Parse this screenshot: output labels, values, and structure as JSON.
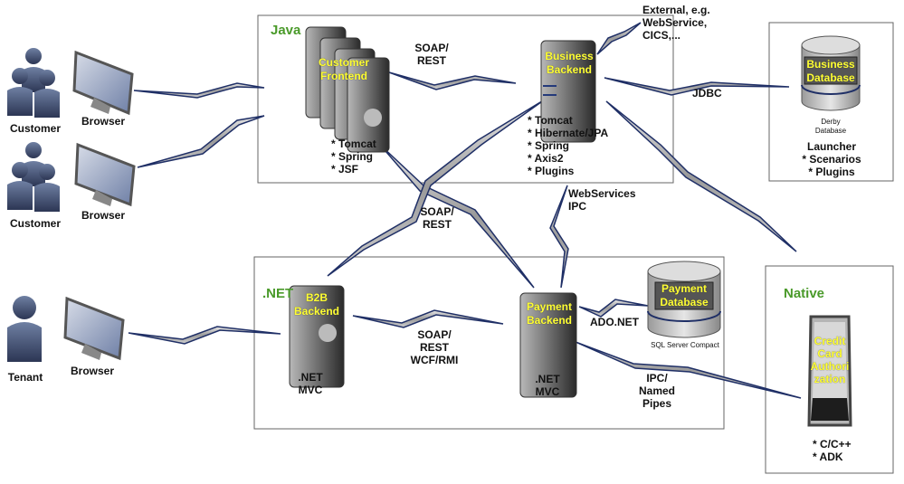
{
  "groups": {
    "java": {
      "title": "Java"
    },
    "dotnet": {
      "title": ".NET"
    },
    "native": {
      "title": "Native"
    }
  },
  "actors": [
    {
      "label": "Customer",
      "device": "Browser"
    },
    {
      "label": "Customer",
      "device": "Browser"
    },
    {
      "label": "Tenant",
      "device": "Browser"
    }
  ],
  "nodes": {
    "customer_frontend": {
      "name": "Customer\nFrontend",
      "tech": "* Tomcat\n* Spring\n* JSF"
    },
    "business_backend": {
      "name": "Business\nBackend",
      "tech": "* Tomcat\n* Hibernate/JPA\n* Spring\n* Axis2\n* Plugins"
    },
    "business_database": {
      "name": "Business\nDatabase",
      "caption": "Derby\nDatabase",
      "launcher": "Launcher\n* Scenarios\n* Plugins"
    },
    "b2b_backend": {
      "name": "B2B\nBackend",
      "tech": ".NET\nMVC"
    },
    "payment_backend": {
      "name": "Payment\nBackend",
      "tech": ".NET\nMVC"
    },
    "payment_database": {
      "name": "Payment\nDatabase",
      "caption": "SQL Server Compact"
    },
    "credit_card": {
      "name": "Credit\nCard\nAuthori\nzation",
      "tech": "* C/C++\n* ADK"
    }
  },
  "external": "External, e.g.\nWebService,\nCICS,...",
  "connections": {
    "frontend_backend": "SOAP/\nREST",
    "backend_db": "JDBC",
    "cross": "SOAP/\nREST",
    "backend_payment": "WebServices\nIPC",
    "b2b_payment": "SOAP/\nREST\nWCF/RMI",
    "payment_db": "ADO.NET",
    "payment_native": "IPC/\nNamed\nPipes"
  }
}
